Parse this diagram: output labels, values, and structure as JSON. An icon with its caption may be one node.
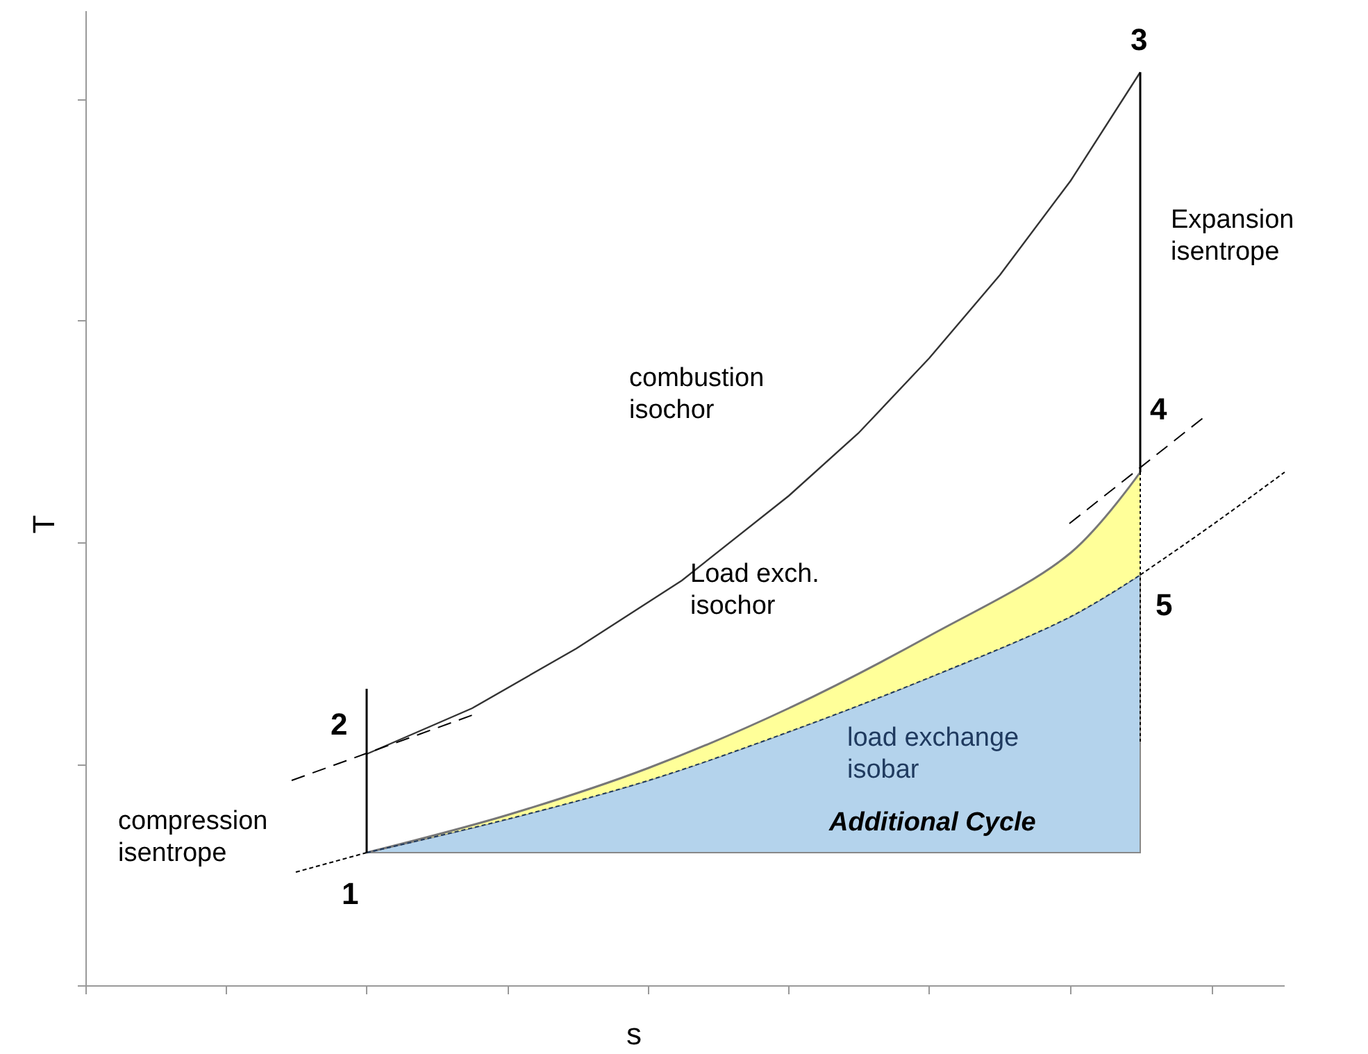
{
  "diagram": {
    "labels": [
      "3",
      "Expansion isentrope",
      "combustion isochor",
      "4",
      "Load exch. isochor",
      "5",
      "2",
      "load exchange isobar",
      "compression isentrope",
      "Additional Cycle",
      "1",
      "T",
      "s"
    ]
  }
}
